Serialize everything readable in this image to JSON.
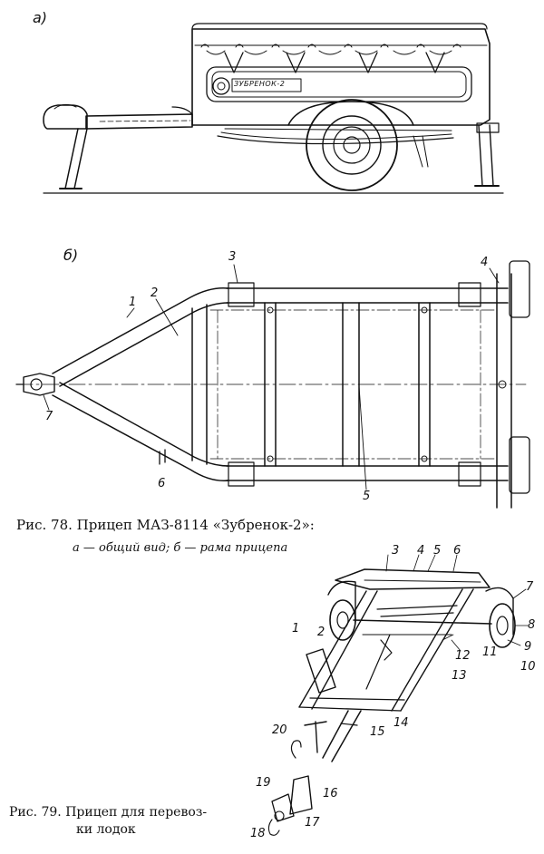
{
  "fig78": {
    "view_a_label": "а)",
    "view_b_label": "б)",
    "plate_text": "ЗУБРЕНОК-2",
    "caption": "Рис. 78. Прицеп МАЗ-8114 «Зубренок-2»:",
    "subcaption": "а — общий вид; б — рама прицепа",
    "callouts": [
      "1",
      "2",
      "3",
      "4",
      "5",
      "6",
      "7"
    ]
  },
  "fig79": {
    "caption_line1": "Рис. 79. Прицеп для перевоз-",
    "caption_line2": "ки лодок",
    "callouts": [
      "1",
      "2",
      "3",
      "4",
      "5",
      "6",
      "7",
      "8",
      "9",
      "10",
      "11",
      "12",
      "13",
      "14",
      "15",
      "16",
      "17",
      "18",
      "19",
      "20"
    ]
  }
}
